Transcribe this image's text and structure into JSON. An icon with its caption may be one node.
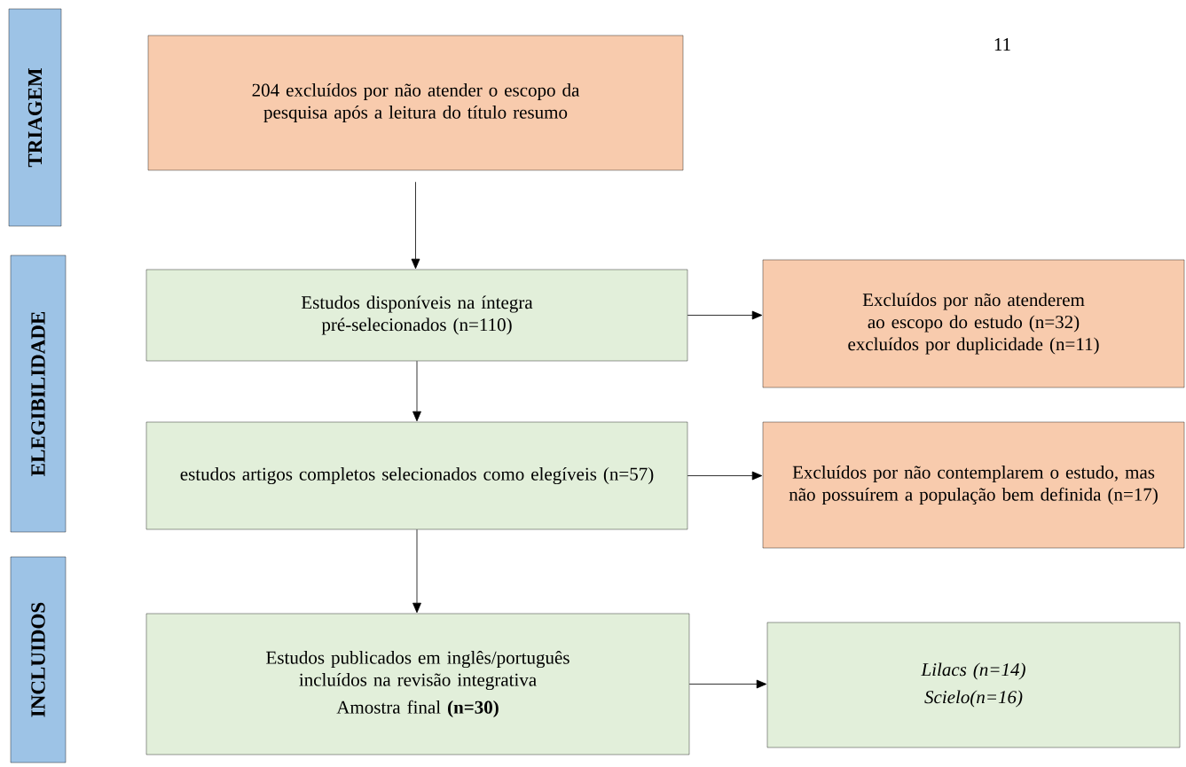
{
  "diagram": {
    "nodes": [
      {
        "text": [
          "TRIAGEM"
        ]
      },
      {
        "text": [
          "204 excluídos por não atender o escopo da pesquisa após a leitura do título resumo"
        ]
      },
      {
        "text": [
          "ELEGIBILIDADE"
        ]
      },
      {
        "text": [
          "Estudos disponíveis na íntegra pré-selecionados (n=110)"
        ]
      },
      {
        "text": [
          "Excluídos por não atenderem ao escopo do estudo (n=32) excluídos por duplicidade (n=11)"
        ]
      },
      {
        "text": [
          "estudos artigos completos selecionados como elegíveis (n=57)"
        ]
      },
      {
        "text": [
          "Excluídos por não contemplarem o estudo, mas não possuírem a população bem definida (n=17)"
        ]
      },
      {
        "text": [
          "INCLUIDOS"
        ]
      },
      {
        "text": [
          "Estudos publicados em inglês/português incluídos na revisão integrativa",
          "Amostra final **(n=30)**"
        ]
      },
      {
        "text": [
          "Lilacs (n=14)",
          "Scielo(n=16)"
        ]
      }
    ],
    "edges": [
      {
        "from": 1,
        "to": 3,
        "arrow": "to"
      },
      {
        "from": 3,
        "to": 4,
        "arrow": "to"
      },
      {
        "from": 3,
        "to": 5,
        "arrow": "to"
      },
      {
        "from": 5,
        "to": 6,
        "arrow": "to"
      },
      {
        "from": 5,
        "to": 8,
        "arrow": "to"
      },
      {
        "from": 8,
        "to": 9,
        "arrow": "to"
      }
    ],
    "labels": [
      "11"
    ]
  }
}
